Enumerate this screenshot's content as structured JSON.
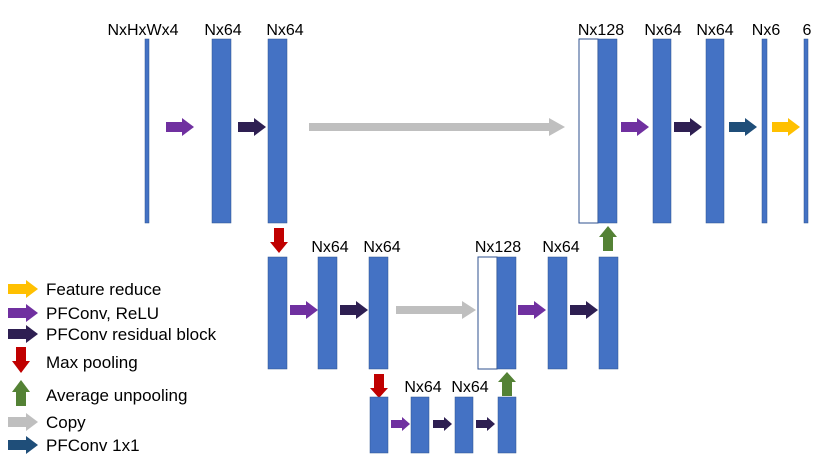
{
  "colors": {
    "block": "#4472c4",
    "block_stroke": "#2f528f",
    "feature_reduce": "#ffc000",
    "pfconv_relu": "#7030a0",
    "residual": "#2e1f52",
    "max_pool": "#c00000",
    "avg_unpool": "#548235",
    "copy": "#bfbfbf",
    "pfconv_1x1": "#1f4e79"
  },
  "top_labels": {
    "input": "NxHxWx4",
    "t1": "Nx64",
    "t2": "Nx64",
    "t_cat": "Nx128",
    "t3": "Nx64",
    "t4": "Nx64",
    "t5": "Nx6",
    "t6": "6"
  },
  "mid_labels": {
    "m1": "Nx64",
    "m2": "Nx64",
    "m_cat": "Nx128",
    "m3": "Nx64"
  },
  "bot_labels": {
    "b1": "Nx64",
    "b2": "Nx64"
  },
  "legend": {
    "feature_reduce": "Feature reduce",
    "pfconv_relu": "PFConv, ReLU",
    "residual": "PFConv residual block",
    "max_pool": "Max pooling",
    "avg_unpool": "Average unpooling",
    "copy": "Copy",
    "pfconv_1x1": "PFConv 1x1"
  }
}
